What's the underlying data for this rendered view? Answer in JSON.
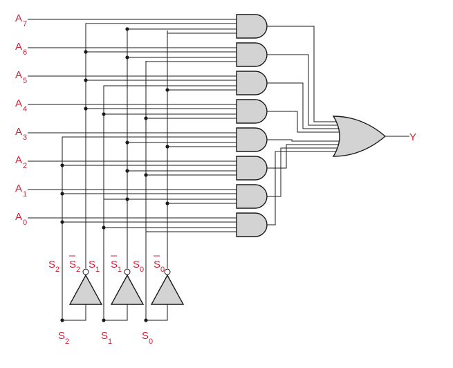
{
  "inputs": [
    {
      "letter": "A",
      "sub": "7"
    },
    {
      "letter": "A",
      "sub": "6"
    },
    {
      "letter": "A",
      "sub": "5"
    },
    {
      "letter": "A",
      "sub": "4"
    },
    {
      "letter": "A",
      "sub": "3"
    },
    {
      "letter": "A",
      "sub": "2"
    },
    {
      "letter": "A",
      "sub": "1"
    },
    {
      "letter": "A",
      "sub": "0"
    }
  ],
  "output": {
    "label": "Y"
  },
  "selects_top": [
    {
      "letter": "S",
      "sub": "2",
      "bar": false
    },
    {
      "letter": "S",
      "sub": "2",
      "bar": true
    },
    {
      "letter": "S",
      "sub": "1",
      "bar": false
    },
    {
      "letter": "S",
      "sub": "1",
      "bar": true
    },
    {
      "letter": "S",
      "sub": "0",
      "bar": false
    },
    {
      "letter": "S",
      "sub": "0",
      "bar": true
    }
  ],
  "selects_bottom": [
    {
      "letter": "S",
      "sub": "2"
    },
    {
      "letter": "S",
      "sub": "1"
    },
    {
      "letter": "S",
      "sub": "0"
    }
  ],
  "colors": {
    "label": "#d11f3a",
    "gate_fill": "#d3d3d3",
    "wire": "#1a1a1a"
  }
}
